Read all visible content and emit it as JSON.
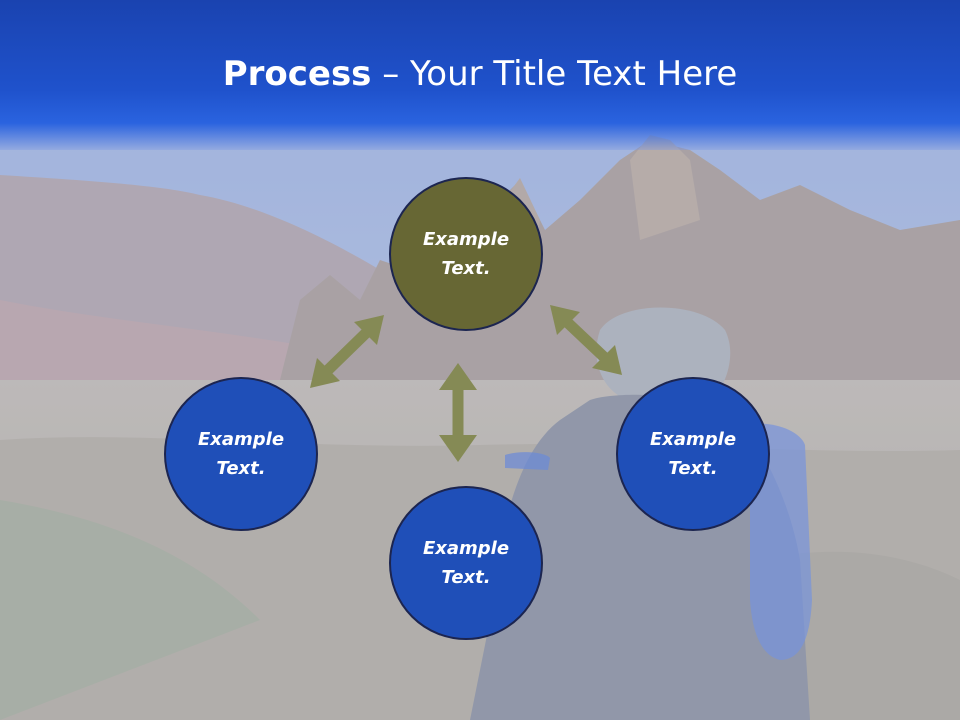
{
  "slide": {
    "title_bold": "Process",
    "title_rest": " – Your Title Text Here"
  },
  "nodes": [
    {
      "id": "top",
      "line1": "Example",
      "line2": "Text.",
      "color": "#676734"
    },
    {
      "id": "left",
      "line1": "Example",
      "line2": "Text.",
      "color": "#1f4fb8"
    },
    {
      "id": "bottom",
      "line1": "Example",
      "line2": "Text.",
      "color": "#1f4fb8"
    },
    {
      "id": "right",
      "line1": "Example",
      "line2": "Text.",
      "color": "#1f4fb8"
    }
  ],
  "colors": {
    "header": "#1f52cc",
    "arrow": "#858a55",
    "circle_border": "#1c2550"
  }
}
